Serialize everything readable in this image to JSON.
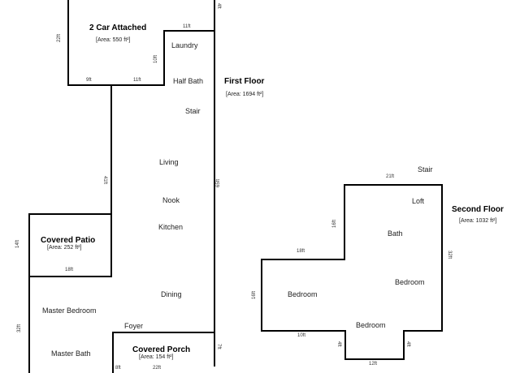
{
  "first_floor": {
    "title": "First Floor",
    "area": "[Area: 1694 ft²]",
    "garage": {
      "title": "2 Car Attached",
      "area": "[Area: 550 ft²]"
    },
    "patio": {
      "title": "Covered Patio",
      "area": "[Area: 252 ft²]"
    },
    "porch": {
      "title": "Covered Porch",
      "area": "[Area: 154 ft²]"
    },
    "rooms": {
      "laundry": "Laundry",
      "half_bath": "Half Bath",
      "stair": "Stair",
      "living": "Living",
      "nook": "Nook",
      "kitchen": "Kitchen",
      "dining": "Dining",
      "foyer": "Foyer",
      "master_bedroom": "Master Bedroom",
      "master_bath": "Master Bath"
    },
    "dims": {
      "garage_left": "22ft",
      "garage_top_right": "11ft",
      "garage_inner_v": "10ft",
      "garage_bottom_a": "9ft",
      "garage_bottom_b": "11ft",
      "top_right_v": "4ft",
      "main_left": "41ft",
      "main_right": "65ft",
      "patio_left": "14ft",
      "patio_bottom": "18ft",
      "master_left": "32ft",
      "porch_right": "7ft",
      "porch_bottom": "22ft",
      "porch_left": "8ft"
    }
  },
  "second_floor": {
    "title": "Second Floor",
    "area": "[Area: 1032 ft²]",
    "rooms": {
      "stair": "Stair",
      "loft": "Loft",
      "bath": "Bath",
      "bedroom_right": "Bedroom",
      "bedroom_left": "Bedroom",
      "bedroom_bottom": "Bedroom"
    },
    "dims": {
      "top": "21ft",
      "left_upper": "16ft",
      "right": "32ft",
      "mid_top": "18ft",
      "left_lower": "16ft",
      "bottom_left": "10ft",
      "notch_left": "4ft",
      "notch_right": "4ft",
      "bottom_center": "12ft"
    }
  }
}
